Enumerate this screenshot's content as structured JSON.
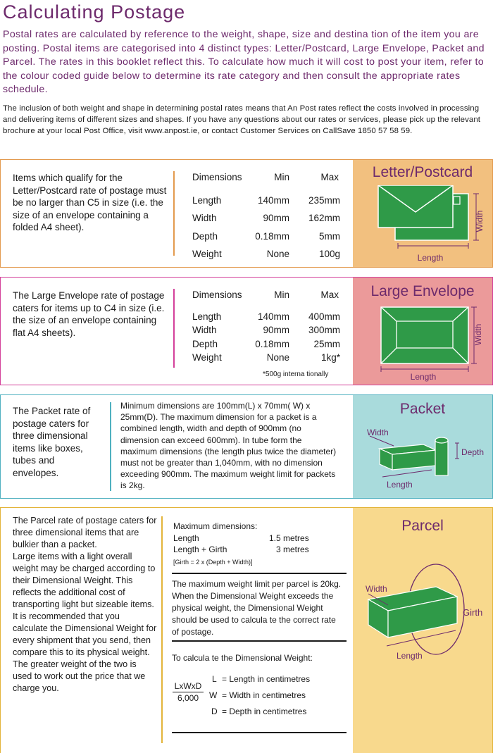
{
  "page": {
    "title": "Calculating Postage",
    "intro": "Postal rates are calculated by reference to the weight, shape, size and destina tion of the item you are posting. Postal items are categorised into 4 distinct types: Letter/Postcard, Large Envelope, Packet and Parcel. The rates in this booklet reflect this. To calculate how much it will cost to post your item, refer to the colour coded guide below to determine its rate category and then consult the appropriate rates schedule.",
    "intro2": "The inclusion of both weight and shape in determining postal rates means that An Post rates reflect the costs involved in processing and delivering items of different sizes and shapes. If you have any questions about our rates or services, please pick up the relevant brochure at your local Post Office, visit www.anpost.ie, or contact Customer Services on CallSave 1850 57 58 59."
  },
  "letter": {
    "panel_title": "Letter/Postcard",
    "description": "Items which qualify for the Letter/Postcard rate of postage must be no larger than C5 in size (i.e. the size of an envelope containing a folded A4 sheet).",
    "header": [
      "Dimensions",
      "Min",
      "Max"
    ],
    "rows": [
      [
        "Length",
        "140mm",
        "235mm"
      ],
      [
        "Width",
        "90mm",
        "162mm"
      ],
      [
        "Depth",
        "0.18mm",
        "5mm"
      ],
      [
        "Weight",
        "None",
        "100g"
      ]
    ],
    "label_width": "Width",
    "label_length": "Length"
  },
  "large": {
    "panel_title": "Large Envelope",
    "description": "The Large Envelope rate of postage caters for items up to C4 in size (i.e. the size of an envelope containing flat A4 sheets).",
    "header": [
      "Dimensions",
      "Min",
      "Max"
    ],
    "rows": [
      [
        "Length",
        "140mm",
        "400mm"
      ],
      [
        "Width",
        "90mm",
        "300mm"
      ],
      [
        "Depth",
        "0.18mm",
        "25mm"
      ],
      [
        "Weight",
        "None",
        "1kg*"
      ]
    ],
    "note": "*500g interna tionally",
    "label_width": "Width",
    "label_length": "Length"
  },
  "packet": {
    "panel_title": "Packet",
    "description": "The Packet rate of postage caters for three dimensional items like boxes, tubes and envelopes.",
    "details": "Minimum dimensions are 100mm(L) x 70mm( W) x 25mm(D). The maximum dimension for a packet is a combined length, width and depth of 900mm (no dimension can exceed 600mm). In tube form the maximum dimensions (the length plus twice the diameter) must not be greater than 1,040mm, with no dimension exceeding 900mm. The maximum weight limit for packets is 2kg.",
    "label_width": "Width",
    "label_depth": "Depth",
    "label_length": "Length"
  },
  "parcel": {
    "panel_title": "Parcel",
    "description": "The Parcel rate of postage caters for three dimensional items that are bulkier than a packet.",
    "description2": "Large items with a light overall weight may be charged according to their Dimensional Weight. This reflects the additional cost of transporting light but sizeable items. It is recommended that you calculate the Dimensional Weight for every shipment that you send, then compare this to its physical weight. The greater weight of the two is used to work out the price that we charge you.",
    "max_heading": "Maximum dimensions:",
    "max_rows": [
      [
        "Length",
        "1.5 metres"
      ],
      [
        "Length + Girth",
        "3 metres"
      ]
    ],
    "girth_note": "[Girth = 2 x (Depth + Width)]",
    "weight_text": "The maximum weight limit per parcel is 20kg. When the Dimensional Weight exceeds the physical weight, the Dimensional Weight should be used to calcula te the correct rate of postage.",
    "calc_heading": "To calcula te the Dimensional Weight:",
    "formula_top": "LxWxD",
    "formula_bottom": "6,000",
    "legend": [
      [
        "L",
        "= Length in centimetres"
      ],
      [
        "W",
        "= Width in centimetres"
      ],
      [
        "D",
        "= Depth in centimetres"
      ]
    ],
    "label_width": "Width",
    "label_girth": "Girth",
    "label_length": "Length"
  },
  "colors": {
    "title": "#6d2a6c",
    "letter_border": "#e39a4e",
    "letter_panel": "#f2c07f",
    "large_border": "#d3409a",
    "large_panel": "#eb9a9a",
    "packet_border": "#4fb0c0",
    "packet_panel": "#a9dbdc",
    "parcel_border": "#e3b43a",
    "parcel_panel": "#f8d98d",
    "green": "#2f9a48"
  }
}
